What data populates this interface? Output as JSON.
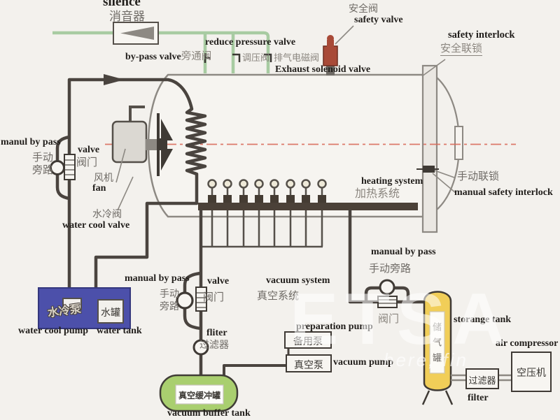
{
  "colors": {
    "background": "#f3f1ed",
    "pipe_dark": "#4a443f",
    "pipe_green": "#a8cba2",
    "vessel_outline": "#8d8983",
    "centerline_red": "#d96a5a",
    "water_tank_blue": "#4c50aa",
    "buffer_tank_green": "#a9cf6f",
    "storage_tank_yellow": "#f1ce58",
    "safety_valve_red": "#a84a38"
  },
  "exhaust": {
    "silence_en": "silence",
    "silence_zh": "消音器",
    "bypass_valve_en": "by-pass valve",
    "bypass_valve_zh": "旁通阀",
    "reduce_pressure_valve_en": "reduce pressure valve",
    "regulator_valve_zh": "调压阀",
    "exhaust_solenoid_zh": "排气电磁阀",
    "exhaust_solenoid_en": "Exhaust solenoid valve"
  },
  "safety": {
    "safety_valve_zh": "安全阀",
    "safety_valve_en": "safety valve",
    "safety_interlock_en": "safety interlock",
    "safety_interlock_zh": "安全联锁",
    "manual_interlock_zh": "手动联锁",
    "manual_interlock_en": "manual safety interlock"
  },
  "water_loop": {
    "manual_bypass_en": "manul by pass",
    "manual_bypass_zh_1": "手动",
    "manual_bypass_zh_2": "旁路",
    "valve_en": "valve",
    "valve_zh": "阀门",
    "fan_zh": "风机",
    "fan_en": "fan",
    "water_cool_valve_zh": "水冷阀",
    "water_cool_valve_en": "water cool valve",
    "pump_label_zh": "水冷泵",
    "tank_label_zh": "水罐",
    "pump_en": "water cool pump",
    "tank_en": "water tank"
  },
  "heating": {
    "system_en": "heating system",
    "system_zh": "加热系统"
  },
  "vacuum": {
    "manual_bypass_en": "manual by pass",
    "manual_bypass_zh_1": "手动",
    "manual_bypass_zh_2": "旁路",
    "valve_en": "valve",
    "valve_zh": "阀门",
    "system_en": "vacuum system",
    "system_zh": "真空系统",
    "filter_en": "fliter",
    "filter_zh": "过滤器",
    "prep_pump_en": "preparation pump",
    "prep_pump_zh": "备用泵",
    "vacuum_pump_zh": "真空泵",
    "vacuum_pump_en": "vacuum pump",
    "buffer_tank_zh": "真空缓冲罐",
    "buffer_tank_en": "vacuum buffer tank"
  },
  "air": {
    "manual_bypass_en": "manual by pass",
    "manual_bypass_zh": "手动旁路",
    "valve_zh": "阀门",
    "storage_tank_zh": "储气罐",
    "storage_tank_en": "storange tank",
    "air_compressor_en": "air compressor",
    "air_compressor_zh": "空压机",
    "filter_zh": "过滤器",
    "filter_en": "filter"
  },
  "watermark": {
    "big": "ETSA",
    "small": "here, fin"
  }
}
